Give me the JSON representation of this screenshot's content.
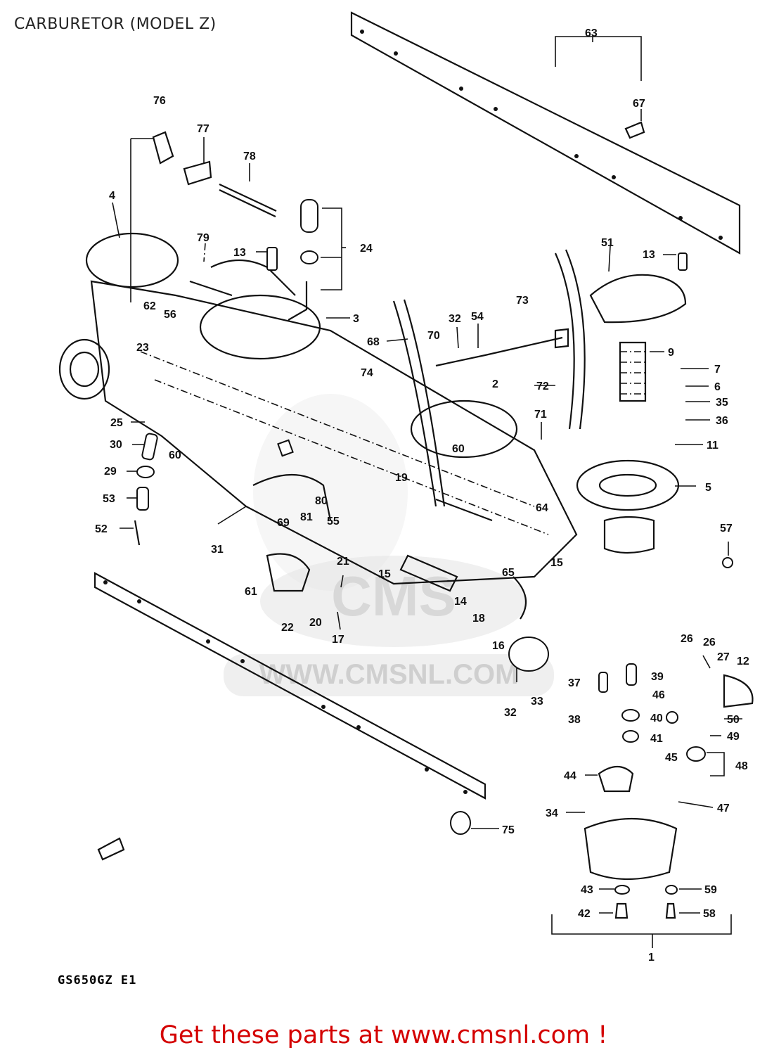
{
  "page": {
    "title": "CARBURETOR (MODEL Z)",
    "diagram_code": "GS650GZ E1",
    "cta_text": "Get these parts at www.cmsnl.com !",
    "watermark_logo": "CMS",
    "watermark_url": "WWW.CMSNL.COM"
  },
  "callouts": [
    {
      "id": "63",
      "label": "63"
    },
    {
      "id": "67",
      "label": "67"
    },
    {
      "id": "76",
      "label": "76"
    },
    {
      "id": "77",
      "label": "77"
    },
    {
      "id": "78",
      "label": "78"
    },
    {
      "id": "4",
      "label": "4"
    },
    {
      "id": "79",
      "label": "79"
    },
    {
      "id": "13a",
      "label": "13"
    },
    {
      "id": "24",
      "label": "24"
    },
    {
      "id": "51",
      "label": "51"
    },
    {
      "id": "13b",
      "label": "13"
    },
    {
      "id": "3",
      "label": "3"
    },
    {
      "id": "62",
      "label": "62"
    },
    {
      "id": "56",
      "label": "56"
    },
    {
      "id": "23",
      "label": "23"
    },
    {
      "id": "73",
      "label": "73"
    },
    {
      "id": "32a",
      "label": "32"
    },
    {
      "id": "54",
      "label": "54"
    },
    {
      "id": "70",
      "label": "70"
    },
    {
      "id": "68",
      "label": "68"
    },
    {
      "id": "9",
      "label": "9"
    },
    {
      "id": "7",
      "label": "7"
    },
    {
      "id": "74",
      "label": "74"
    },
    {
      "id": "2",
      "label": "2"
    },
    {
      "id": "72",
      "label": "72"
    },
    {
      "id": "6",
      "label": "6"
    },
    {
      "id": "35",
      "label": "35"
    },
    {
      "id": "36",
      "label": "36"
    },
    {
      "id": "25",
      "label": "25"
    },
    {
      "id": "71",
      "label": "71"
    },
    {
      "id": "11",
      "label": "11"
    },
    {
      "id": "30",
      "label": "30"
    },
    {
      "id": "60a",
      "label": "60"
    },
    {
      "id": "60b",
      "label": "60"
    },
    {
      "id": "29",
      "label": "29"
    },
    {
      "id": "19",
      "label": "19"
    },
    {
      "id": "5",
      "label": "5"
    },
    {
      "id": "53",
      "label": "53"
    },
    {
      "id": "80",
      "label": "80"
    },
    {
      "id": "52",
      "label": "52"
    },
    {
      "id": "69",
      "label": "69"
    },
    {
      "id": "81",
      "label": "81"
    },
    {
      "id": "55",
      "label": "55"
    },
    {
      "id": "64",
      "label": "64"
    },
    {
      "id": "57",
      "label": "57"
    },
    {
      "id": "31",
      "label": "31"
    },
    {
      "id": "21",
      "label": "21"
    },
    {
      "id": "15a",
      "label": "15"
    },
    {
      "id": "65",
      "label": "65"
    },
    {
      "id": "15b",
      "label": "15"
    },
    {
      "id": "61",
      "label": "61"
    },
    {
      "id": "14",
      "label": "14"
    },
    {
      "id": "18",
      "label": "18"
    },
    {
      "id": "22",
      "label": "22"
    },
    {
      "id": "20",
      "label": "20"
    },
    {
      "id": "17",
      "label": "17"
    },
    {
      "id": "16",
      "label": "16"
    },
    {
      "id": "26a",
      "label": "26"
    },
    {
      "id": "26b",
      "label": "26"
    },
    {
      "id": "27",
      "label": "27"
    },
    {
      "id": "12",
      "label": "12"
    },
    {
      "id": "37",
      "label": "37"
    },
    {
      "id": "39",
      "label": "39"
    },
    {
      "id": "46",
      "label": "46"
    },
    {
      "id": "33",
      "label": "33"
    },
    {
      "id": "32b",
      "label": "32"
    },
    {
      "id": "38",
      "label": "38"
    },
    {
      "id": "40",
      "label": "40"
    },
    {
      "id": "50",
      "label": "50"
    },
    {
      "id": "41",
      "label": "41"
    },
    {
      "id": "49",
      "label": "49"
    },
    {
      "id": "45",
      "label": "45"
    },
    {
      "id": "48",
      "label": "48"
    },
    {
      "id": "44",
      "label": "44"
    },
    {
      "id": "47",
      "label": "47"
    },
    {
      "id": "34",
      "label": "34"
    },
    {
      "id": "75",
      "label": "75"
    },
    {
      "id": "43",
      "label": "43"
    },
    {
      "id": "59",
      "label": "59"
    },
    {
      "id": "42",
      "label": "42"
    },
    {
      "id": "58",
      "label": "58"
    },
    {
      "id": "1",
      "label": "1"
    }
  ]
}
